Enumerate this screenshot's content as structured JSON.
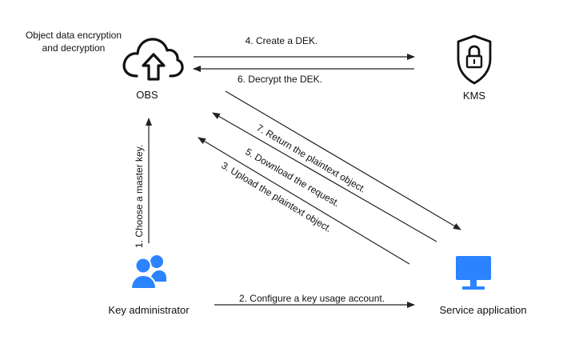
{
  "caption": {
    "line1": "Object data encryption",
    "line2": "and decryption"
  },
  "nodes": {
    "obs": {
      "label": "OBS",
      "icon": "cloud-upload-icon"
    },
    "kms": {
      "label": "KMS",
      "icon": "shield-lock-icon"
    },
    "admin": {
      "label": "Key administrator",
      "icon": "users-icon"
    },
    "service": {
      "label": "Service application",
      "icon": "monitor-icon"
    }
  },
  "steps": {
    "s1": "1. Choose a master key.",
    "s2": "2. Configure a key usage account.",
    "s3": "3. Upload the plaintext object.",
    "s4": "4. Create a DEK.",
    "s5": "5. Download the request.",
    "s6": "6. Decrypt the DEK.",
    "s7": "7. Return the plaintext object."
  },
  "colors": {
    "icon_blue": "#2b83ff",
    "line": "#222222",
    "text": "#111111"
  }
}
